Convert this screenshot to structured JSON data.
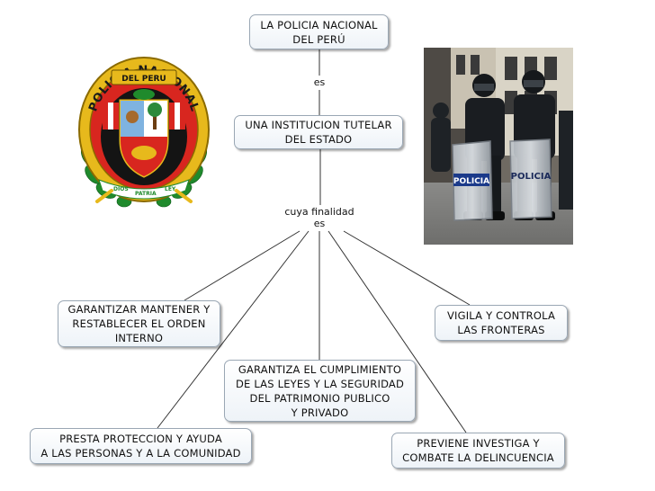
{
  "diagram": {
    "nodes": {
      "root": [
        "LA POLICIA NACIONAL",
        "DEL  PERÚ"
      ],
      "institution": [
        "UNA INSTITUCION TUTELAR",
        "DEL ESTADO"
      ],
      "order": [
        "GARANTIZAR MANTENER Y",
        "RESTABLECER EL ORDEN",
        "INTERNO"
      ],
      "borders": [
        "VIGILA Y CONTROLA",
        "LAS FRONTERAS"
      ],
      "laws": [
        "GARANTIZA EL CUMPLIMIENTO",
        "DE LAS LEYES Y LA SEGURIDAD",
        "DEL PATRIMONIO PUBLICO",
        "Y PRIVADO"
      ],
      "protection": [
        "PRESTA PROTECCION Y AYUDA",
        "A LAS PERSONAS Y A LA COMUNIDAD"
      ],
      "crime": [
        "PREVIENE INVESTIGA Y",
        "COMBATE LA DELINCUENCIA"
      ]
    },
    "link_labels": {
      "is": "es",
      "purpose": [
        "cuya finalidad",
        "es"
      ]
    }
  },
  "emblem": {
    "ring_text_top": "POLICIA NACIONAL",
    "ribbon_text": "DEL PERU",
    "ribbon_bottom": [
      "DIOS",
      "PATRIA",
      "LEY"
    ],
    "colors": {
      "red": "#d8261f",
      "gold": "#e7b91c",
      "green": "#1f8a2c",
      "black": "#141414"
    }
  },
  "photo": {
    "shield_labels": [
      "POLICIA",
      "POLICIA"
    ]
  },
  "colors": {
    "node_border": "#9aa7b4",
    "connector": "#333333"
  }
}
